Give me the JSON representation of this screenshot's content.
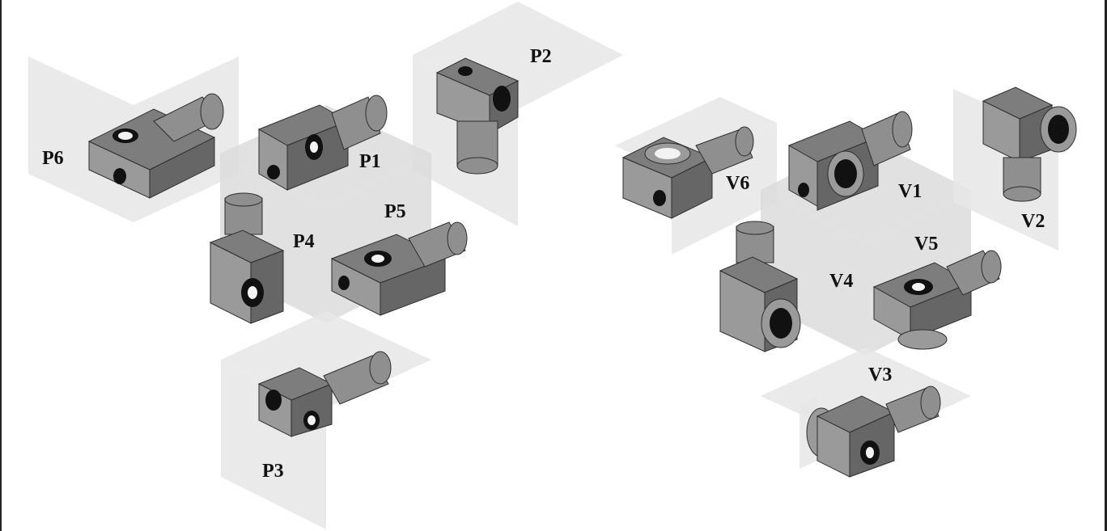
{
  "labels": {
    "p6": "P6",
    "p1": "P1",
    "p2": "P2",
    "p4": "P4",
    "p5": "P5",
    "p3": "P3",
    "v6": "V6",
    "v1": "V1",
    "v2": "V2",
    "v5": "V5",
    "v4": "V4",
    "v3": "V3"
  }
}
